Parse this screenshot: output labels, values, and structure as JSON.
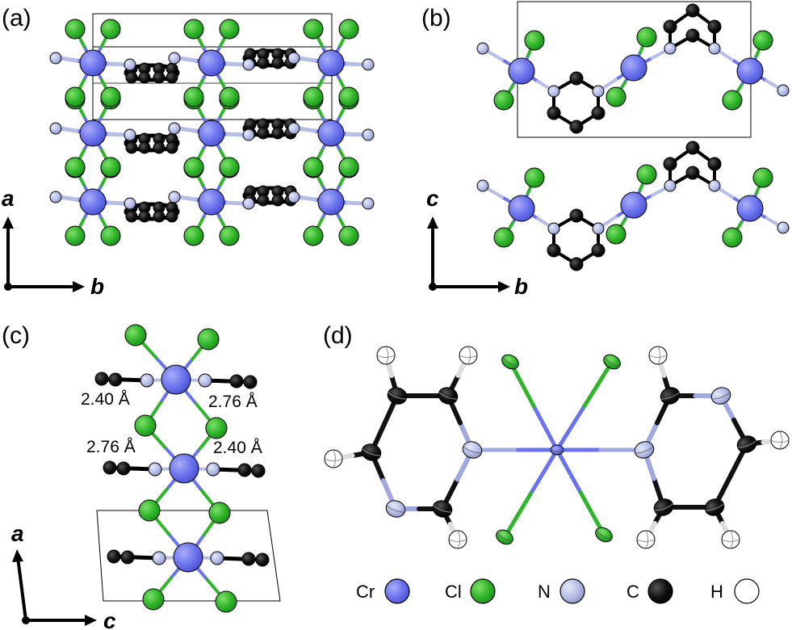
{
  "panels": {
    "a": {
      "label": "(a)",
      "axis_vertical": "a",
      "axis_horizontal": "b"
    },
    "b": {
      "label": "(b)",
      "axis_vertical": "c",
      "axis_horizontal": "b"
    },
    "c": {
      "label": "(c)",
      "axis_vertical": "a",
      "axis_horizontal": "c",
      "distances": [
        "2.40 Å",
        "2.76 Å",
        "2.76 Å",
        "2.40 Å"
      ]
    },
    "d": {
      "label": "(d)"
    }
  },
  "legend": [
    {
      "label": "Cr",
      "color": "#6a72ee"
    },
    {
      "label": "Cl",
      "color": "#2fb52a"
    },
    {
      "label": "N",
      "color": "#b6bde6"
    },
    {
      "label": "C",
      "color": "#0a0a0a"
    },
    {
      "label": "H",
      "color": "#ffffff"
    }
  ],
  "colors": {
    "cr": "#6a72ee",
    "cl": "#2fb52a",
    "n": "#b6bde6",
    "c": "#0a0a0a",
    "h": "#ffffff"
  }
}
